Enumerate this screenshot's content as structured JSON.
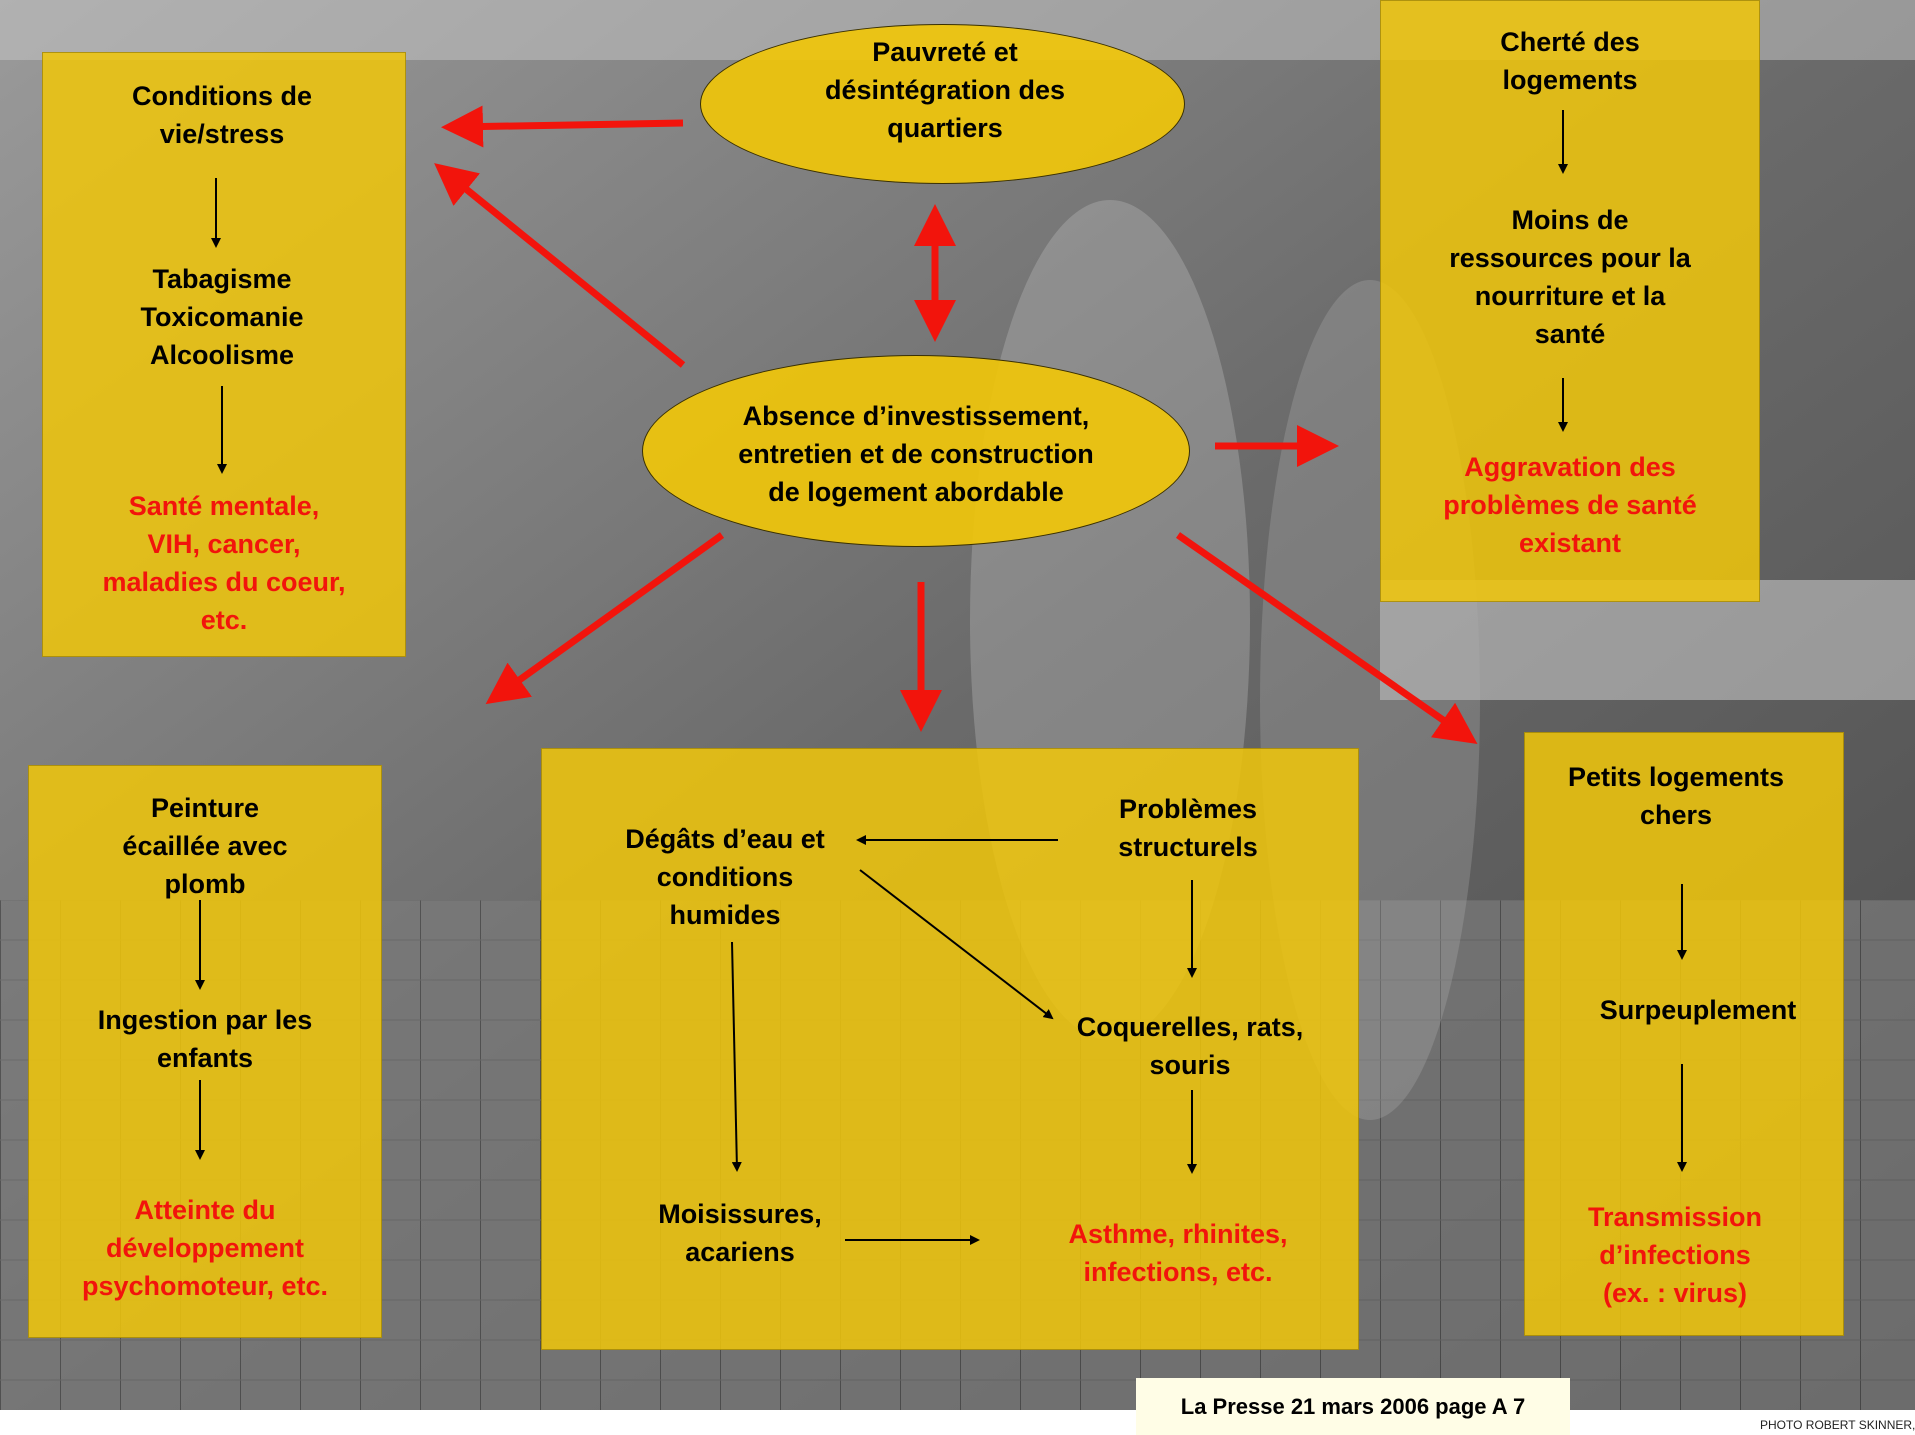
{
  "colors": {
    "box_fill": "#f0c60a",
    "arrow_red": "#f2140c",
    "text_red": "#f2140c",
    "text_black": "#000000"
  },
  "ellipses": {
    "top": "Pauvreté et\ndésintégration des\nquartiers",
    "center": "Absence d’investissement,\nentretien et de construction\nde logement abordable"
  },
  "left_top": {
    "item1": "Conditions de\nvie/stress",
    "item2": "Tabagisme\nToxicomanie\nAlcoolisme",
    "outcome": "Santé mentale,\nVIH, cancer,\nmaladies du coeur,\netc."
  },
  "right_top": {
    "item1": "Cherté des\nlogements",
    "item2": "Moins de\nressources pour la\nnourriture et la\nsanté",
    "outcome": "Aggravation des\nproblèmes de santé\nexistant"
  },
  "left_bottom": {
    "item1": "Peinture\nécaillée avec\nplomb",
    "item2": "Ingestion par les\nenfants",
    "outcome": "Atteinte du\ndéveloppement\npsychomoteur, etc."
  },
  "center_bottom": {
    "water": "Dégâts d’eau et\nconditions\nhumides",
    "structural": "Problèmes\nstructurels",
    "pests": "Coquerelles, rats,\nsouris",
    "mold": "Moisissures,\nacariens",
    "outcome": "Asthme, rhinites,\ninfections, etc."
  },
  "right_bottom": {
    "item1": "Petits logements\nchers",
    "item2": "Surpeuplement",
    "outcome": "Transmission\nd’infections\n(ex. : virus)"
  },
  "caption": "La Presse 21 mars 2006 page A 7",
  "credit": "PHOTO ROBERT SKINNER, LA PRESSE ©"
}
